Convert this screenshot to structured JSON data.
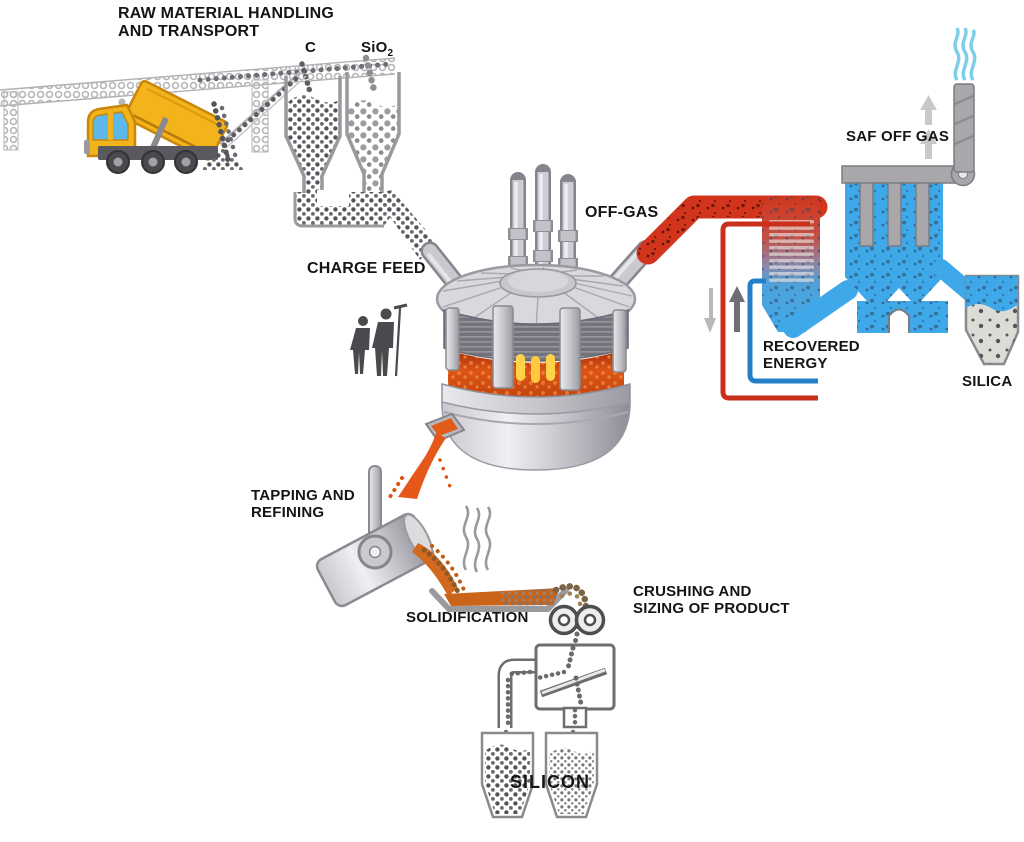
{
  "title": "Silicon production process flow diagram",
  "labels": {
    "raw_material_line1": "RAW MATERIAL HANDLING",
    "raw_material_line2": "AND TRANSPORT",
    "carbon": "C",
    "sio2_base": "SiO",
    "sio2_sub": "2",
    "charge_feed": "CHARGE FEED",
    "off_gas": "OFF-GAS",
    "saf_off_gas": "SAF OFF GAS",
    "recovered_line1": "RECOVERED",
    "recovered_line2": "ENERGY",
    "silica": "SILICA",
    "tapping_line1": "TAPPING AND",
    "tapping_line2": "REFINING",
    "solidification": "SOLIDIFICATION",
    "crushing_line1": "CRUSHING AND",
    "crushing_line2": "SIZING OF PRODUCT",
    "silicon": "SILICON"
  },
  "colors": {
    "offgas_duct_red": "#d2351c",
    "cleaned_gas_blue": "#3fa8e8",
    "pipe_red": "#c92f1b",
    "pipe_blue": "#2380c8",
    "molten_orange": "#e05c18",
    "glow_yellow": "#ffd24a",
    "truck_yellow": "#f3b31b",
    "truck_window_blue": "#5bb8e8",
    "metal_gray": "#b9b9bf",
    "silica_gray": "#dcdcd6",
    "label_black": "#151515"
  }
}
